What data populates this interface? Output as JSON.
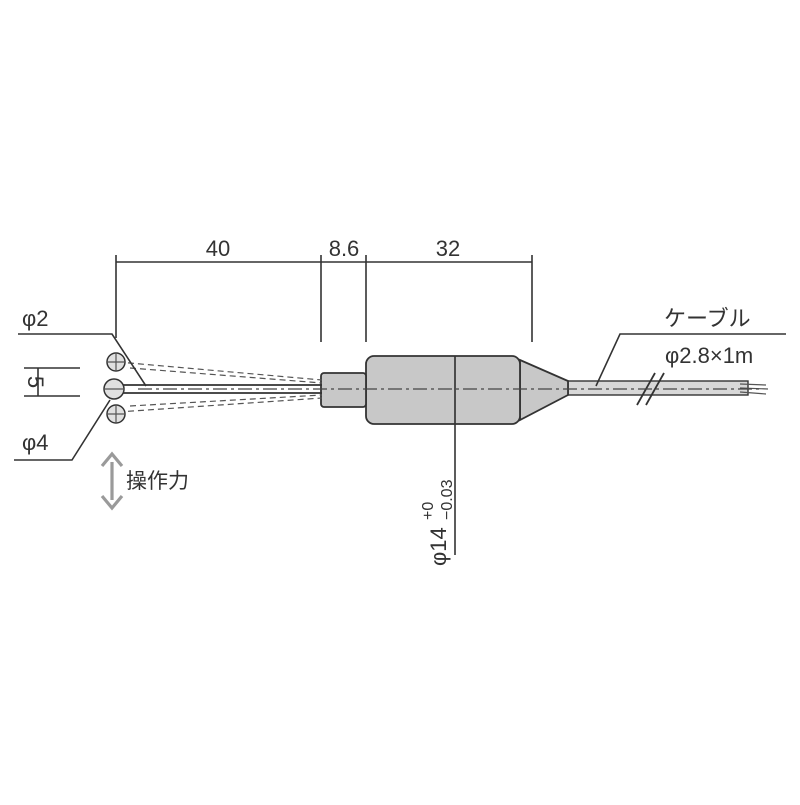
{
  "dimensions": {
    "lever_length": "40",
    "boss_length": "8.6",
    "body_length": "32",
    "roller_small_diameter": "φ2",
    "roller_pitch": "5",
    "roller_large_diameter": "φ4",
    "body_diameter": "φ14",
    "body_tol_upper": "+0",
    "body_tol_lower": "−0.03"
  },
  "cable": {
    "label": "ケーブル",
    "spec": "φ2.8×1m"
  },
  "operation": {
    "label": "操作力"
  },
  "colors": {
    "line": "#333333",
    "body_fill": "#c8c8c8",
    "arrow": "#9a9a9a"
  }
}
